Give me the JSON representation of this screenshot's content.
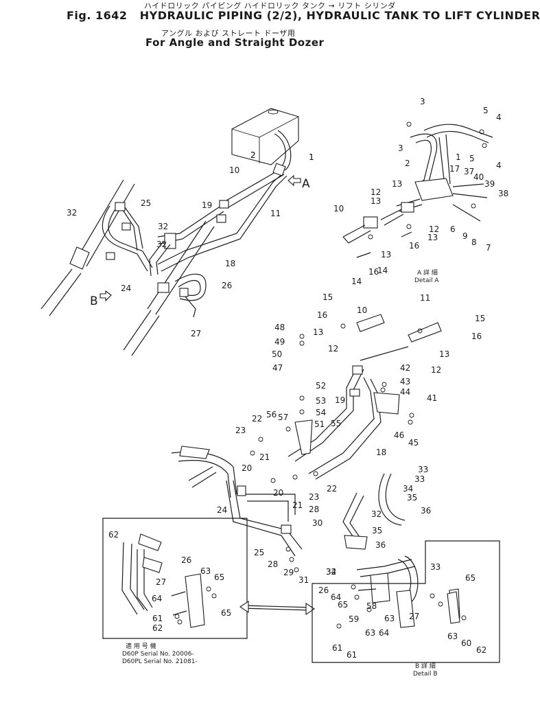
{
  "header": {
    "fig_no": "Fig. 1642",
    "title": "HYDRAULIC PIPING (2/2), HYDRAULIC TANK TO LIFT CYLINDER",
    "title_jp": "ハイドロリック パイピング      ハイドロリック タンク → リフト シリンダ",
    "subtitle_jp": "アングル および ストレート ドーザ用",
    "subtitle": "For Angle and Straight Dozer"
  },
  "views": {
    "arrow_a": "A",
    "arrow_b": "B"
  },
  "detail_a": {
    "jp": "A 詳 細",
    "label": "Detail A"
  },
  "detail_b": {
    "jp": "B 詳 細",
    "label": "Detail B"
  },
  "serial": {
    "jp": "適 用 号 機",
    "line1": "D60P   Serial No. 20006-",
    "line2": "D60PL Serial No. 21081-"
  },
  "callouts": [
    "1",
    "2",
    "3",
    "3",
    "4",
    "4",
    "5",
    "5",
    "17",
    "37",
    "40",
    "39",
    "38",
    "1",
    "2",
    "13",
    "12",
    "13",
    "10",
    "12",
    "13",
    "14",
    "16",
    "13",
    "16",
    "14",
    "6",
    "9",
    "8",
    "7",
    "1",
    "2",
    "10",
    "11",
    "19",
    "18",
    "32",
    "25",
    "32",
    "32",
    "24",
    "26",
    "27",
    "15",
    "16",
    "13",
    "10",
    "11",
    "15",
    "16",
    "13",
    "12",
    "12",
    "48",
    "49",
    "50",
    "47",
    "42",
    "43",
    "44",
    "41",
    "46",
    "45",
    "52",
    "53",
    "54",
    "55",
    "51",
    "19",
    "18",
    "22",
    "56",
    "57",
    "23",
    "21",
    "20",
    "20",
    "21",
    "23",
    "22",
    "24",
    "28",
    "25",
    "28",
    "29",
    "31",
    "30",
    "32",
    "35",
    "36",
    "34",
    "33",
    "33",
    "34",
    "35",
    "36",
    "32",
    "33",
    "26",
    "64",
    "65",
    "58",
    "59",
    "63",
    "27",
    "63",
    "64",
    "65",
    "63",
    "60",
    "62",
    "61",
    "61",
    "62",
    "27",
    "26",
    "63",
    "65",
    "64",
    "61",
    "62",
    "65",
    "60"
  ]
}
